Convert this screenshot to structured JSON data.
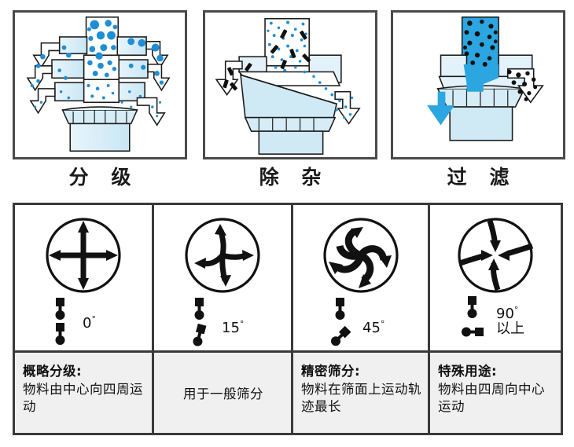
{
  "colors": {
    "body_fill": "#cfe9f5",
    "body_fill_light": "#e3f2fa",
    "particle_blue": "#1f8ed6",
    "liquid_blue": "#2ba6e0",
    "outline": "#1a1a1a",
    "panel_border": "#4a4a4a",
    "table_border": "#3a3a3a",
    "desc_bg": "#f0f0f0",
    "impurity_black": "#111111"
  },
  "top_panels": [
    {
      "id": "panel-grading",
      "caption": "分 级",
      "illustration": "multi-deck-separator-grading",
      "description_visual": "多层振动筛分级：物料由顶部进入，按粒度分层排出"
    },
    {
      "id": "panel-impurity-removal",
      "caption": "除 杂",
      "illustration": "single-deck-separator-impurity",
      "description_visual": "除杂：细料过筛下排，杂质由筛面排出"
    },
    {
      "id": "panel-filtration",
      "caption": "过 滤",
      "illustration": "single-deck-separator-filtration",
      "description_visual": "过滤：液体穿过筛网下排，固体颗粒由侧口排出"
    }
  ],
  "motion_columns": [
    {
      "id": "col-0deg",
      "motion_icon": "cross-four-way-arrows-icon",
      "motion_type": "straight-radial",
      "angle_value": "0",
      "angle_unit": "°",
      "angle_extra": "",
      "weight_top_angle_deg": 0,
      "weight_bottom_angle_deg": 0,
      "desc_title": "概略分级:",
      "desc_body": "物料由中心向四周运动",
      "desc_centered": false
    },
    {
      "id": "col-15deg",
      "motion_icon": "curved-three-way-arrows-icon",
      "motion_type": "slightly-spiral",
      "angle_value": "15",
      "angle_unit": "°",
      "angle_extra": "",
      "weight_top_angle_deg": 0,
      "weight_bottom_angle_deg": 15,
      "desc_title": "",
      "desc_body": "用于一般筛分",
      "desc_centered": true
    },
    {
      "id": "col-45deg",
      "motion_icon": "triple-spiral-arrows-icon",
      "motion_type": "strong-spiral",
      "angle_value": "45",
      "angle_unit": "°",
      "angle_extra": "",
      "weight_top_angle_deg": 0,
      "weight_bottom_angle_deg": 45,
      "desc_title": "精密筛分:",
      "desc_body": "物料在筛面上运动轨迹最长",
      "desc_centered": false
    },
    {
      "id": "col-90deg",
      "motion_icon": "inward-converging-arrows-icon",
      "motion_type": "inward-to-center",
      "angle_value": "90",
      "angle_unit": "°",
      "angle_extra": "以上",
      "weight_top_angle_deg": 0,
      "weight_bottom_angle_deg": 90,
      "desc_title": "特殊用途:",
      "desc_body": "物料由四周向中心运动",
      "desc_centered": false
    }
  ]
}
